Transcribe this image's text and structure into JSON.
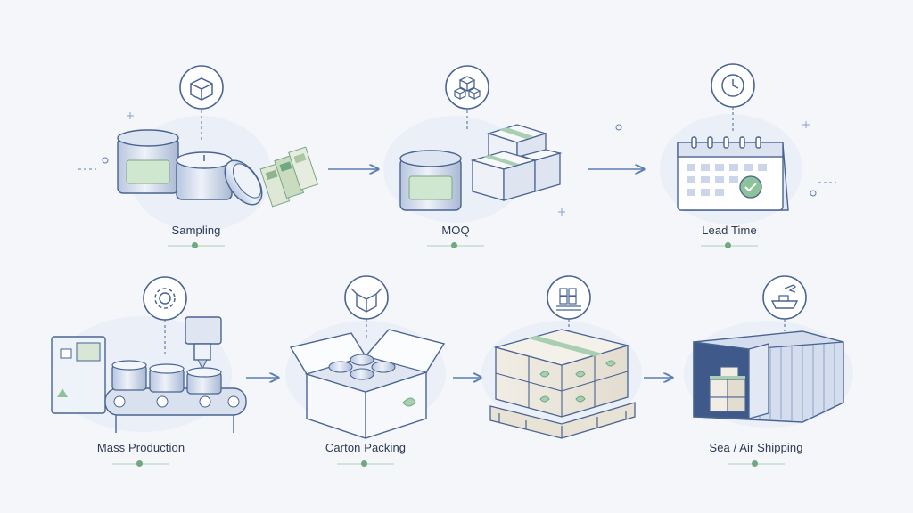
{
  "steps": [
    {
      "label": "Sampling",
      "icon": "box-icon"
    },
    {
      "label": "MOQ",
      "icon": "stacked-boxes-icon"
    },
    {
      "label": "Lead Time",
      "icon": "clock-icon"
    },
    {
      "label": "Mass Production",
      "icon": "gear-icon"
    },
    {
      "label": "Carton Packing",
      "icon": "open-box-icon"
    },
    {
      "label": "",
      "icon": "pallet-icon"
    },
    {
      "label": "Sea / Air Shipping",
      "icon": "ship-plane-icon"
    }
  ],
  "colors": {
    "stroke": "#4a6491",
    "fill_light": "#e6ecf6",
    "fill_mid": "#cbd6ea",
    "accent_green": "#6fa882",
    "label_green": "#bcd9c4",
    "arrow": "#5b7fb0",
    "text": "#2d3a52"
  }
}
